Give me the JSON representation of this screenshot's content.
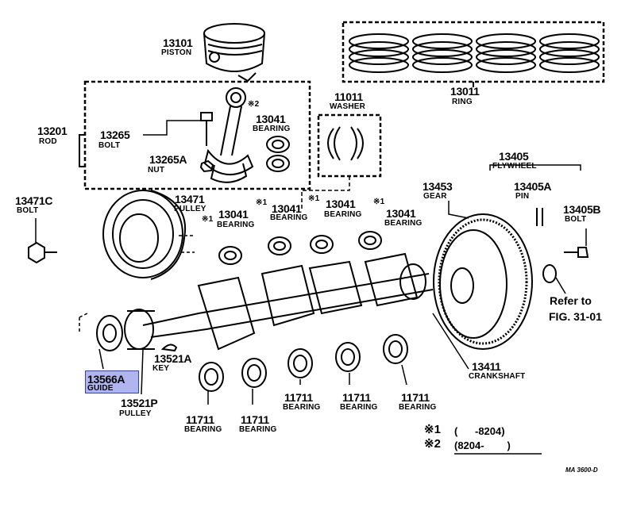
{
  "colors": {
    "ink": "#000000",
    "highlight": "#5a64dc"
  },
  "parts": [
    {
      "id": "piston",
      "number": "13101",
      "name": "PISTON"
    },
    {
      "id": "ring",
      "number": "13011",
      "name": "RING"
    },
    {
      "id": "rod",
      "number": "13201",
      "name": "ROD"
    },
    {
      "id": "rod-bolt",
      "number": "13265",
      "name": "BOLT"
    },
    {
      "id": "rod-nut",
      "number": "13265A",
      "name": "NUT"
    },
    {
      "id": "rod-bearing",
      "number": "13041",
      "name": "BEARING",
      "mark": "※2"
    },
    {
      "id": "washer",
      "number": "11011",
      "name": "WASHER"
    },
    {
      "id": "flywheel",
      "number": "13405",
      "name": "FLYWHEEL"
    },
    {
      "id": "gear",
      "number": "13453",
      "name": "GEAR"
    },
    {
      "id": "pin",
      "number": "13405A",
      "name": "PIN"
    },
    {
      "id": "fw-bolt",
      "number": "13405B",
      "name": "BOLT"
    },
    {
      "id": "pulley-bolt",
      "number": "13471C",
      "name": "BOLT"
    },
    {
      "id": "pulley-13471",
      "number": "13471",
      "name": "PULLEY"
    },
    {
      "id": "bearing-a",
      "number": "13041",
      "name": "BEARING",
      "mark": "※1"
    },
    {
      "id": "bearing-b",
      "number": "13041",
      "name": "BEARING",
      "mark": "※1"
    },
    {
      "id": "bearing-c",
      "number": "13041",
      "name": "BEARING",
      "mark": "※1"
    },
    {
      "id": "bearing-d",
      "number": "13041",
      "name": "BEARING",
      "mark": "※1"
    },
    {
      "id": "key",
      "number": "13521A",
      "name": "KEY"
    },
    {
      "id": "guide",
      "number": "13566A",
      "name": "GUIDE"
    },
    {
      "id": "pulley-13521p",
      "number": "13521P",
      "name": "PULLEY"
    },
    {
      "id": "crankshaft",
      "number": "13411",
      "name": "CRANKSHAFT"
    },
    {
      "id": "main-1",
      "number": "11711",
      "name": "BEARING"
    },
    {
      "id": "main-2",
      "number": "11711",
      "name": "BEARING"
    },
    {
      "id": "main-3",
      "number": "11711",
      "name": "BEARING"
    },
    {
      "id": "main-4",
      "number": "11711",
      "name": "BEARING"
    },
    {
      "id": "main-5",
      "number": "11711",
      "name": "BEARING"
    }
  ],
  "reference": {
    "line1": "Refer to",
    "line2": "FIG. 31-01"
  },
  "legend": [
    {
      "mark": "※1",
      "range": "(      -8204)"
    },
    {
      "mark": "※2",
      "range": "(8204-        )"
    }
  ],
  "code": "MA 3600-D",
  "highlighted_part": "guide"
}
